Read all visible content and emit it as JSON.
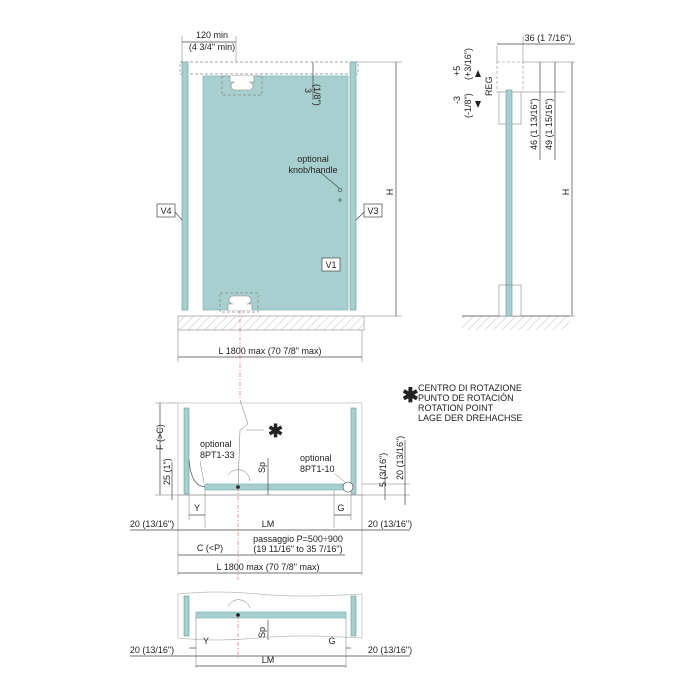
{
  "front_view": {
    "top_dim": "120 min",
    "top_dim_imperial": "(4  3/4\" min)",
    "gap_dim": "3",
    "gap_dim_imperial": "(1/8\")",
    "knob_label_1": "optional",
    "knob_label_2": "knob/handle",
    "label_v4": "V4",
    "label_v3": "V3",
    "label_v1": "V1",
    "height": "H",
    "width_dim": "L 1800 max (70  7/8\" max)"
  },
  "side_view": {
    "width_dim": "36 (1  7/16\")",
    "adj_plus": "+5",
    "adj_plus_imperial": "(+3/16\")",
    "reg": "REG",
    "adj_minus": "-3",
    "adj_minus_imperial": "(-1/8\")",
    "dim_46": "46 (1  13/16\")",
    "dim_49": "49 (1  15/16\")",
    "height": "H"
  },
  "legend": {
    "symbol": "✱",
    "lines": [
      "CENTRO DI ROTAZIONE",
      "PUNTO DE ROTACIÓN",
      "ROTATION POINT",
      "LAGE DER DREHACHSE"
    ]
  },
  "plan_view": {
    "asterisk": "✱",
    "opt_left_1": "optional",
    "opt_left_2": "8PT1-33",
    "opt_right_1": "optional",
    "opt_right_2": "8PT1-10",
    "sp": "Sp",
    "f": "F  (>C)",
    "d25": "25 (1\")",
    "d5": "5 (3/16\")",
    "d20v": "20 (13/16\")",
    "y": "Y",
    "g": "G",
    "lm": "LM",
    "d20_left": "20 (13/16\")",
    "d20_right": "20 (13/16\")",
    "c": "C (<P)",
    "passage_1": "passaggio   P=500÷900",
    "passage_2": "(19  11/16\" to 35  7/16\")",
    "width_dim": "L 1800 max (70  7/8\" max)"
  },
  "bottom_view": {
    "sp": "Sp",
    "y": "Y",
    "g": "G",
    "lm": "LM",
    "d20_left": "20 (13/16\")",
    "d20_right": "20 (13/16\")"
  }
}
